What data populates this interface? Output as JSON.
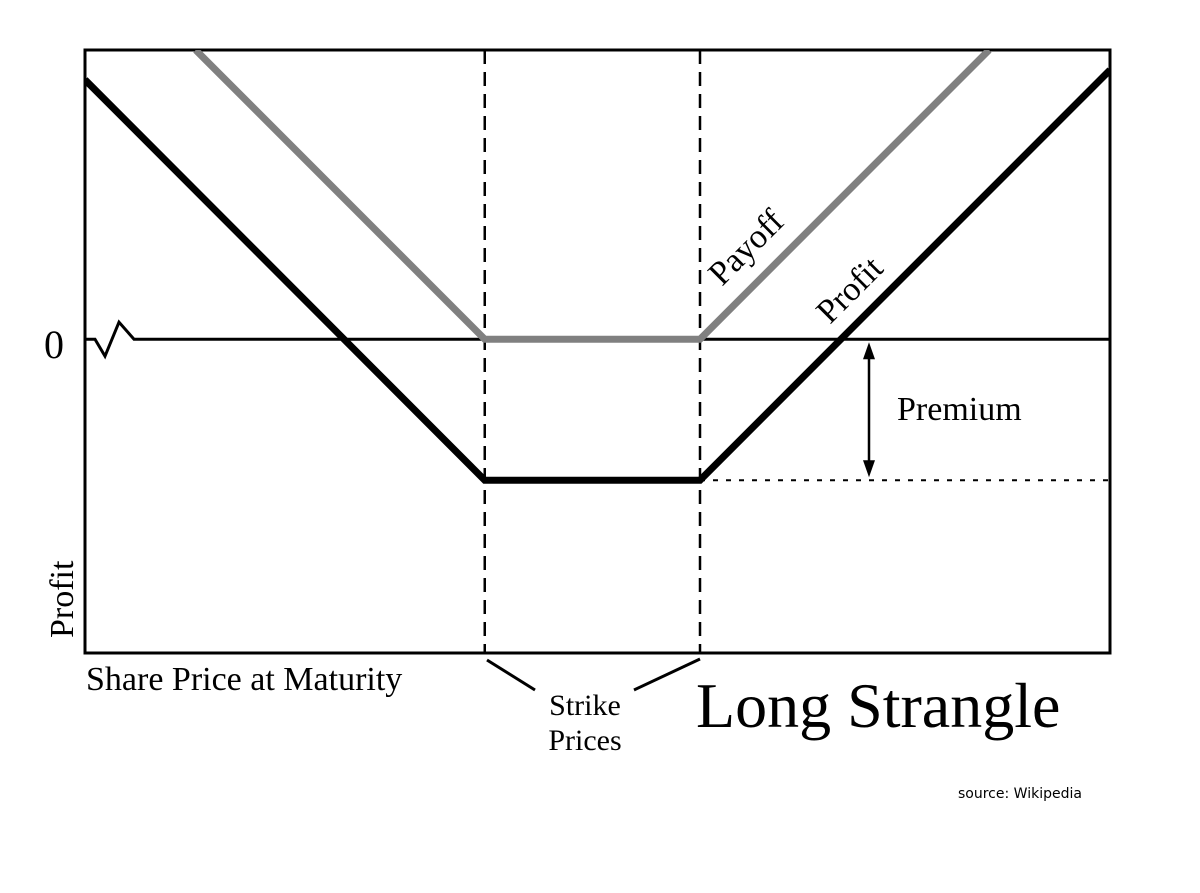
{
  "chart_data": {
    "type": "line",
    "title": "Long Strangle",
    "xlabel": "Share Price at Maturity",
    "ylabel": "Profit",
    "y_tick_labels": [
      "0"
    ],
    "xlim": [
      0,
      100
    ],
    "ylim": [
      -30.6,
      28.2
    ],
    "strikes": [
      39,
      60
    ],
    "strike_label": "Strike Prices",
    "strike_label_lines": [
      "Strike",
      "Prices"
    ],
    "premium": 13.75,
    "premium_label": "Premium",
    "series": [
      {
        "name": "Payoff",
        "color": "#808080",
        "points": [
          [
            10.8,
            28.2
          ],
          [
            39,
            0
          ],
          [
            60,
            0
          ],
          [
            88.2,
            28.2
          ]
        ]
      },
      {
        "name": "Profit",
        "color": "#000000",
        "points": [
          [
            0,
            25.3
          ],
          [
            39,
            -13.75
          ],
          [
            60,
            -13.75
          ],
          [
            100,
            26.25
          ]
        ]
      }
    ]
  },
  "source": "source: Wikipedia"
}
